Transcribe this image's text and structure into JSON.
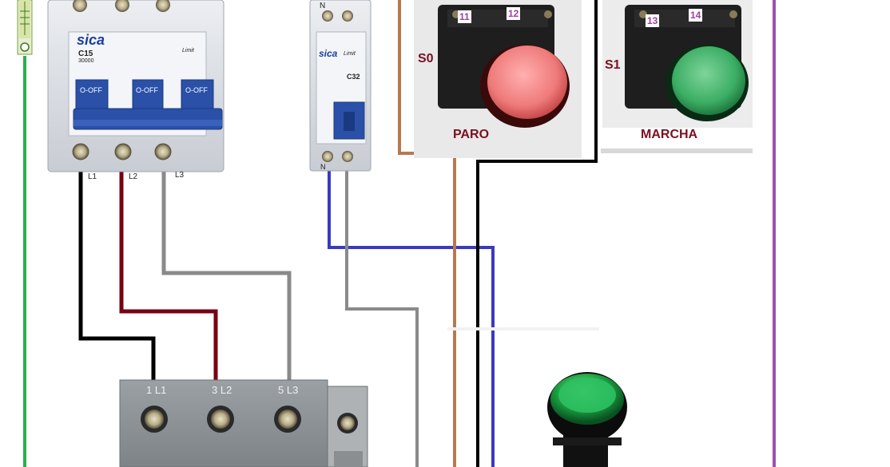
{
  "breaker_3p": {
    "brand": "sica",
    "model": "C15",
    "rating_line": "30000",
    "switch_label": "O-OFF",
    "limit_text": "Limit",
    "terminals": [
      "L1",
      "L2",
      "L3"
    ]
  },
  "breaker_1p": {
    "brand": "sica",
    "limit_text": "Limit",
    "model": "C32",
    "top_terminal": "N",
    "bottom_terminal": "N"
  },
  "stop_button": {
    "id": "S0",
    "name": "PARO",
    "contacts": [
      "11",
      "12"
    ]
  },
  "start_button": {
    "id": "S1",
    "name": "MARCHA",
    "contacts": [
      "13",
      "14"
    ]
  },
  "contactor": {
    "terminals": [
      "1 L1",
      "3 L2",
      "5 L3"
    ]
  },
  "colors": {
    "wire_black": "#000000",
    "wire_brown": "#b57a50",
    "wire_red": "#7a0010",
    "wire_gray": "#8a8a8a",
    "wire_blue": "#3a3ac0",
    "wire_green": "#2ab04a",
    "wire_purple": "#a050b0"
  }
}
